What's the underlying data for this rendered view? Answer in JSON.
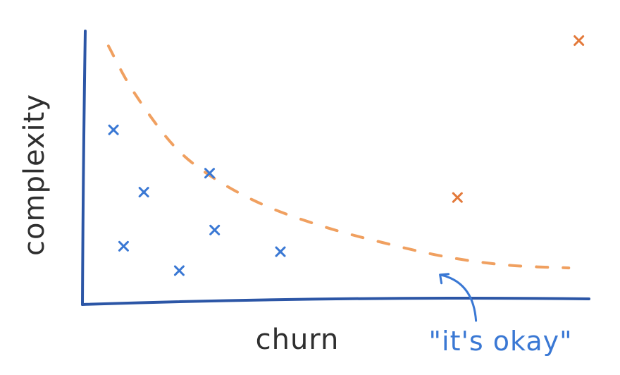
{
  "chart_data": {
    "type": "scatter",
    "xlabel": "churn",
    "ylabel": "complexity",
    "xlim": [
      0,
      100
    ],
    "ylim": [
      0,
      100
    ],
    "grid": false,
    "series": [
      {
        "color": "#3a78d4",
        "points": [
          {
            "x": 6,
            "y": 64
          },
          {
            "x": 12,
            "y": 41
          },
          {
            "x": 8,
            "y": 21
          },
          {
            "x": 19,
            "y": 12
          },
          {
            "x": 25,
            "y": 48
          },
          {
            "x": 26,
            "y": 27
          },
          {
            "x": 39,
            "y": 19
          }
        ]
      },
      {
        "color": "#e3793a",
        "points": [
          {
            "x": 74,
            "y": 39
          },
          {
            "x": 98,
            "y": 97
          }
        ]
      }
    ],
    "frontier": {
      "color": "#f0a060",
      "style": "dashed",
      "x": [
        5,
        10,
        18,
        26,
        36,
        48,
        60,
        72,
        84,
        96
      ],
      "y": [
        95,
        78,
        58,
        46,
        36,
        28,
        22,
        17,
        14,
        13
      ]
    },
    "annotations": [
      {
        "text": "\"it's okay\"",
        "color": "#3a78d4",
        "target": {
          "x": 70,
          "y": 11
        }
      }
    ]
  }
}
